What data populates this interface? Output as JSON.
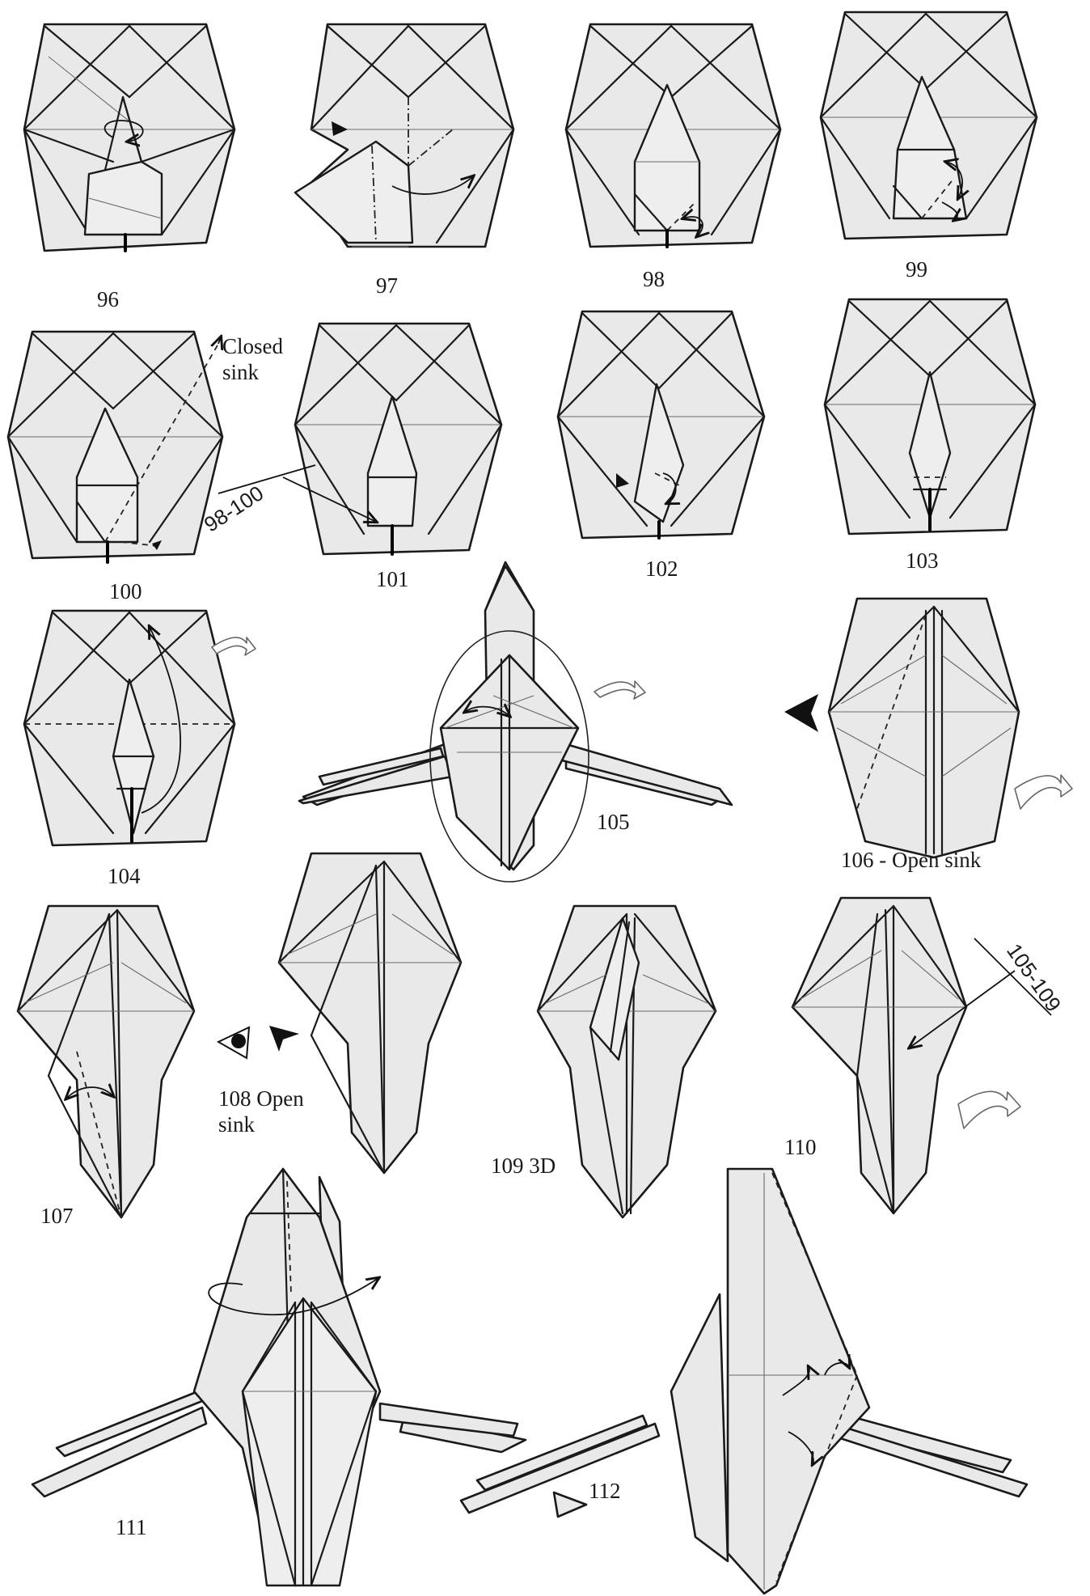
{
  "steps": {
    "s96": "96",
    "s97": "97",
    "s98": "98",
    "s99": "99",
    "s100": "100",
    "s101": "101",
    "s102": "102",
    "s103": "103",
    "s104": "104",
    "s105": "105",
    "s106": "106 - Open sink",
    "s107": "107",
    "s108_line1": "108 Open",
    "s108_line2": "sink",
    "s109": "109 3D",
    "s110": "110",
    "s111": "111",
    "s112": "112"
  },
  "annotations": {
    "closed_sink_line1": "Closed",
    "closed_sink_line2": "sink",
    "repeat_98_100": "98-100",
    "repeat_105_109": "105-109"
  },
  "icons": {
    "turn_over": "turn-over-arrow-icon",
    "sink_push": "push-arrowhead-icon",
    "view_eye": "eye-icon"
  },
  "colors": {
    "paper": "#e9e9e9",
    "ink": "#1a1a1a",
    "background": "#ffffff"
  }
}
